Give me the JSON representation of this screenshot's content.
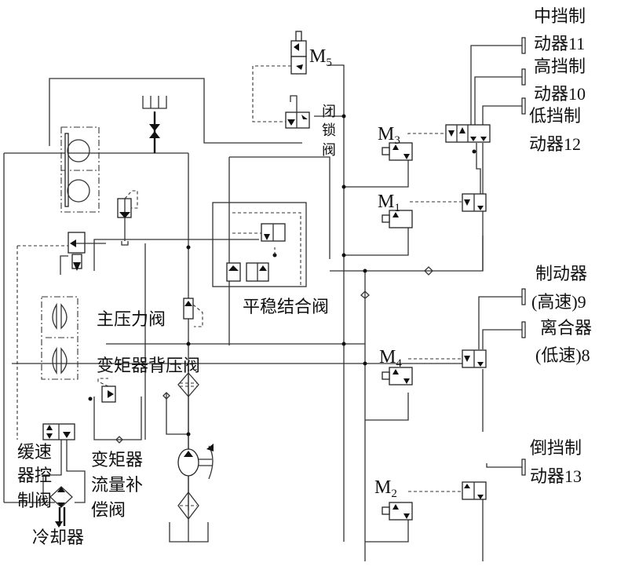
{
  "diagram": {
    "title": "Hydraulic transmission control system schematic",
    "actuators": [
      {
        "id": "brake11",
        "line1": "中挡制",
        "line2": "动器11"
      },
      {
        "id": "brake10",
        "line1": "高挡制",
        "line2": "动器10"
      },
      {
        "id": "brake12",
        "line1": "低挡制",
        "line2": "动器12"
      },
      {
        "id": "brake9",
        "line1": "制动器",
        "line2": "(高速)9"
      },
      {
        "id": "clutch8",
        "line1": "离合器",
        "line2": "(低速)8"
      },
      {
        "id": "brake13",
        "line1": "倒挡制",
        "line2": "动器13"
      }
    ],
    "solenoids": [
      {
        "id": "M5",
        "main": "M",
        "sub": "5"
      },
      {
        "id": "M3",
        "main": "M",
        "sub": "3"
      },
      {
        "id": "M1",
        "main": "M",
        "sub": "1"
      },
      {
        "id": "M4",
        "main": "M",
        "sub": "4"
      },
      {
        "id": "M2",
        "main": "M",
        "sub": "2"
      }
    ],
    "valves": {
      "lockup": [
        "闭",
        "锁",
        "阀"
      ],
      "smooth_engage": "平稳结合阀",
      "main_pressure": "主压力阀",
      "converter_back_pressure": "变矩器背压阀",
      "retarder_control": [
        "缓速",
        "器控",
        "制阀"
      ],
      "converter_flow_comp": [
        "变矩器",
        "流量补",
        "偿阀"
      ],
      "cooler": "冷却器"
    }
  }
}
